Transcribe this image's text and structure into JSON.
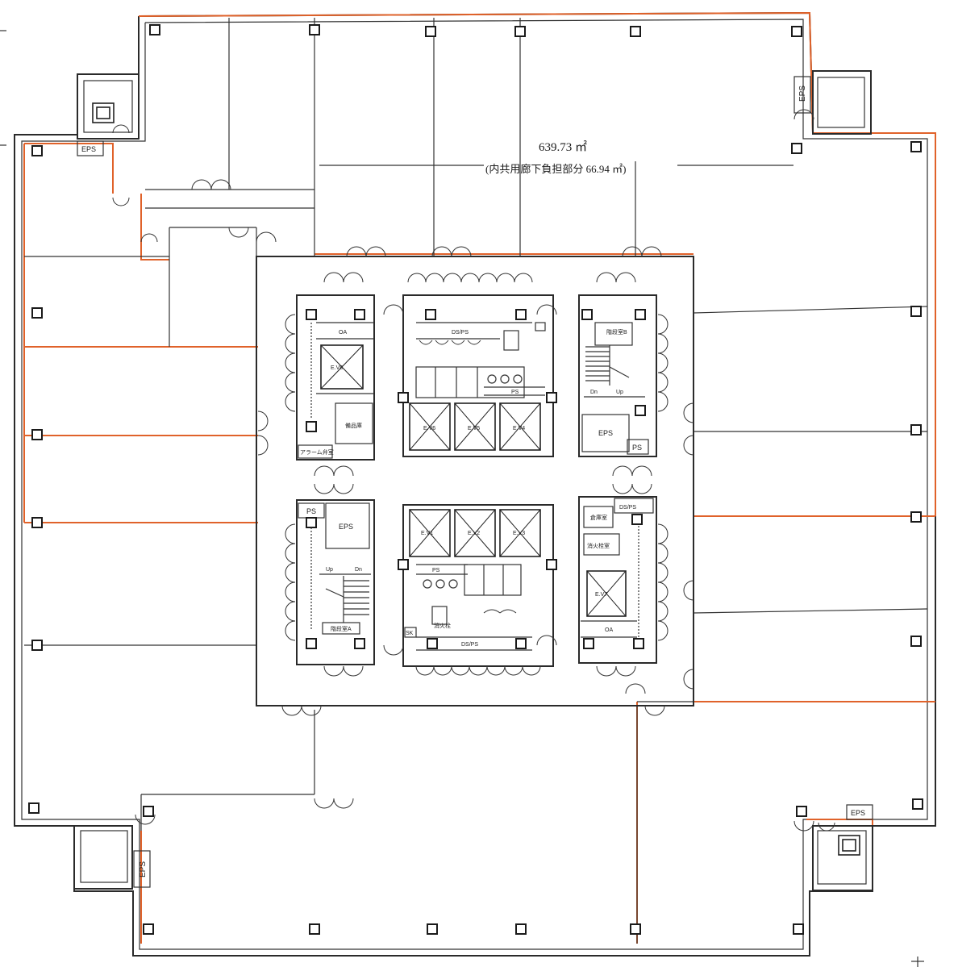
{
  "floor": {
    "area": "639.73 ㎡",
    "common_corridor": "(内共用廊下負担部分 66.94 ㎡)"
  },
  "labels": {
    "eps": "EPS",
    "ps": "PS",
    "ds_ps": "DS/PS",
    "oa": "OA",
    "up": "Up",
    "dn": "Dn",
    "ev1": "E.V1",
    "ev2": "E.V2",
    "ev3": "E.V3",
    "ev4": "E.V4",
    "ev5": "E.V5",
    "ev6": "E.V6",
    "ev7": "E.V7",
    "ev8": "E.V8",
    "stair_a": "階段室A",
    "stair_b": "階段室B",
    "alarm": "アラーム弁室",
    "storage": "備品庫",
    "pantry": "倉庫室",
    "sprinkler": "消火栓室",
    "fire_hydrant": "消火栓",
    "sk": "SK"
  }
}
